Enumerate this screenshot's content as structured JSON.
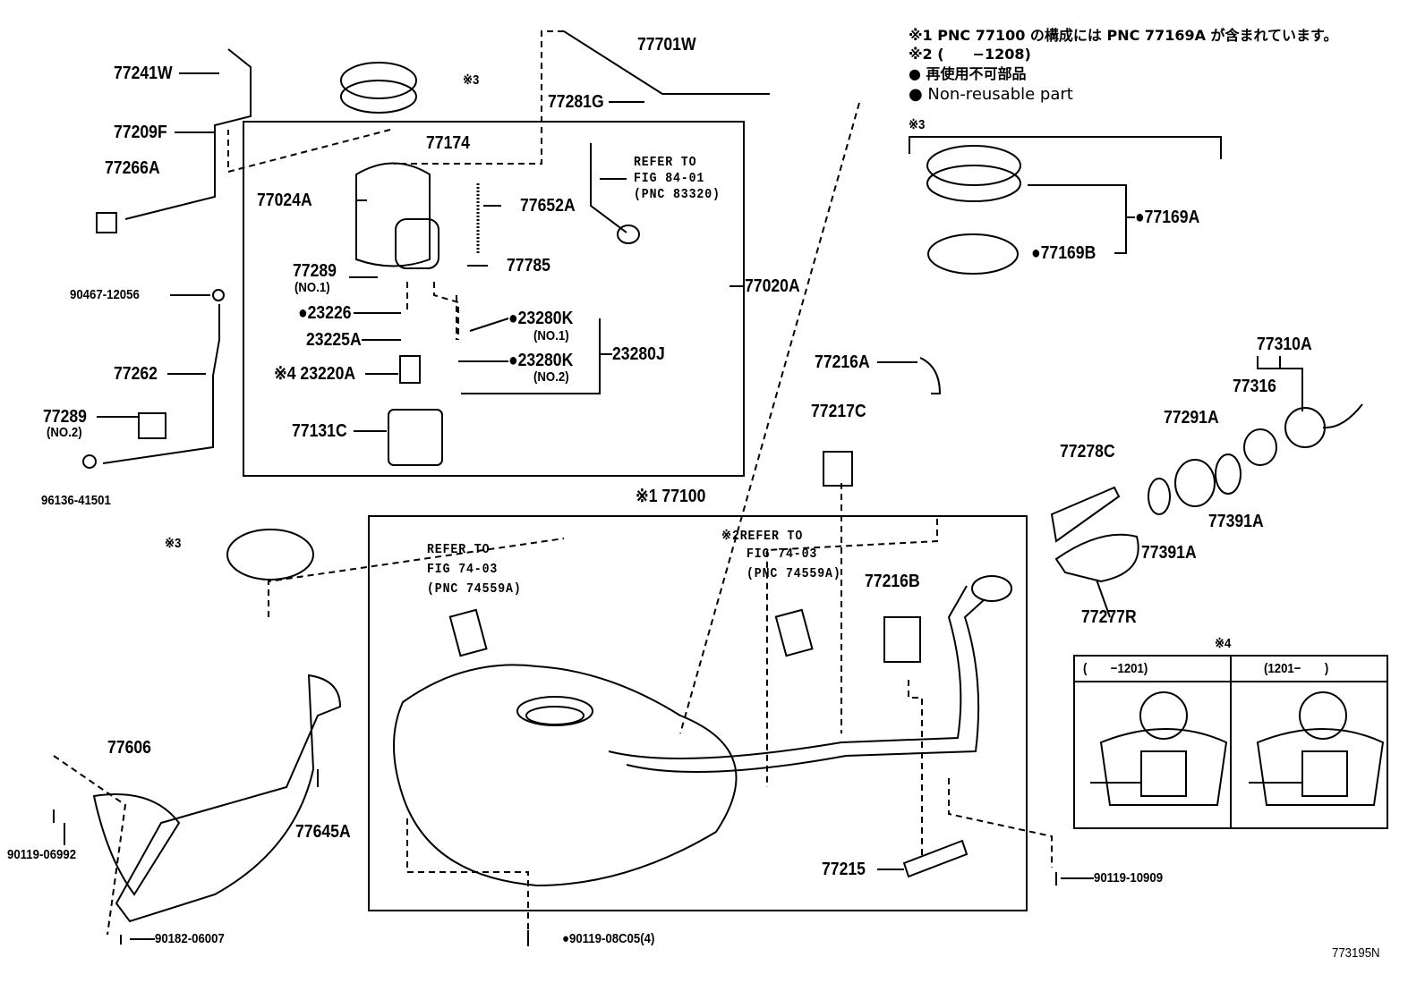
{
  "notes": {
    "n1": "※1 PNC 77100 の構成には PNC 77169A が含まれています。",
    "n2": "※2 (　　−1208)",
    "n3": "● 再使用不可部品",
    "n4": "● Non-reusable part"
  },
  "labels": {
    "p77241W": "77241W",
    "p77209F": "77209F",
    "p77266A": "77266A",
    "p90467": "90467-12056",
    "p77262": "77262",
    "p77289b": "77289",
    "p77289b_sub": "(NO.2)",
    "p96136": "96136-41501",
    "mark3a": "※3",
    "p77701W": "77701W",
    "p77281G": "77281G",
    "p77174": "77174",
    "p77024A": "77024A",
    "p77652A": "77652A",
    "ref84_1": "REFER TO",
    "ref84_2": "FIG 84-01",
    "ref84_3": "(PNC 83320)",
    "p77785": "77785",
    "p77289a": "77289",
    "p77289a_sub": "(NO.1)",
    "p77020A": "77020A",
    "p23226": "●23226",
    "p23225A": "23225A",
    "p23280K1": "●23280K",
    "p23280K1_sub": "(NO.1)",
    "p23280J": "23280J",
    "p23280K2": "●23280K",
    "p23280K2_sub": "(NO.2)",
    "p23220A": "※4 23220A",
    "p77131C": "77131C",
    "p77100": "※1 77100",
    "mark3b": "※3",
    "ref74a_1": "REFER TO",
    "ref74a_2": "FIG 74-03",
    "ref74a_3": "(PNC 74559A)",
    "ref74b_1": "※2REFER TO",
    "ref74b_2": "FIG 74-03",
    "ref74b_3": "(PNC 74559A)",
    "p77216B": "77216B",
    "p77216A": "77216A",
    "p77217C": "77217C",
    "p77310A": "77310A",
    "p77316": "77316",
    "p77291A": "77291A",
    "p77278C": "77278C",
    "p77391A1": "77391A",
    "p77391A2": "77391A",
    "p77277R": "77277R",
    "mark4": "※4",
    "col1": "(　　−1201)",
    "col2": "(1201−　　)",
    "p77606": "77606",
    "p77645A": "77645A",
    "p90119_06992": "90119-06992",
    "p90182": "90182-06007",
    "p90119_08C05": "●90119-08C05(4)",
    "p77215": "77215",
    "p90119_10909": "90119-10909",
    "fig_id": "773195N",
    "mark3c": "※3",
    "p77169A": "●77169A",
    "p77169B": "●77169B"
  }
}
